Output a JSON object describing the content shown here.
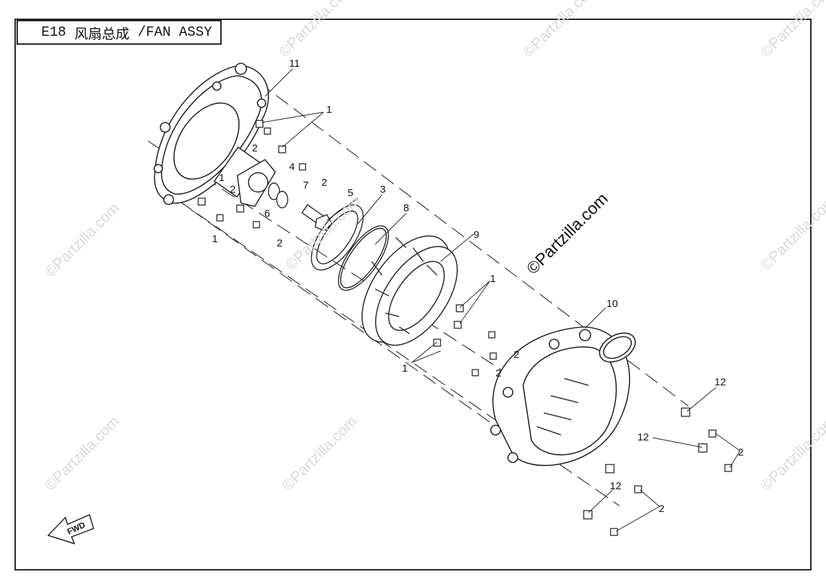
{
  "title": {
    "code": "E18",
    "cn": "风扇总成",
    "en": "/FAN ASSY"
  },
  "watermark": "©Partzilla.com",
  "fwd_label": "FWD",
  "callouts": [
    {
      "id": "c11a",
      "text": "11"
    },
    {
      "id": "c1a",
      "text": "1"
    },
    {
      "id": "c2a",
      "text": "2"
    },
    {
      "id": "c4",
      "text": "4"
    },
    {
      "id": "c2b",
      "text": "2"
    },
    {
      "id": "c1b",
      "text": "1"
    },
    {
      "id": "c2c",
      "text": "2"
    },
    {
      "id": "c7",
      "text": "7"
    },
    {
      "id": "c6",
      "text": "6"
    },
    {
      "id": "c5",
      "text": "5"
    },
    {
      "id": "c3",
      "text": "3"
    },
    {
      "id": "c8",
      "text": "8"
    },
    {
      "id": "c1c",
      "text": "1"
    },
    {
      "id": "c2d",
      "text": "2"
    },
    {
      "id": "c9",
      "text": "9"
    },
    {
      "id": "c1d",
      "text": "1"
    },
    {
      "id": "c2e",
      "text": "2"
    },
    {
      "id": "c1e",
      "text": "1"
    },
    {
      "id": "c2f",
      "text": "2"
    },
    {
      "id": "c10",
      "text": "10"
    },
    {
      "id": "c12a",
      "text": "12"
    },
    {
      "id": "c12b",
      "text": "12"
    },
    {
      "id": "c2g",
      "text": "2"
    },
    {
      "id": "c12c",
      "text": "12"
    },
    {
      "id": "c2h",
      "text": "2"
    }
  ]
}
